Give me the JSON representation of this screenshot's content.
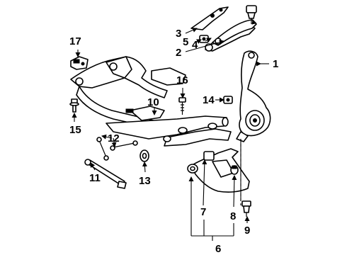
{
  "callouts": {
    "c1": "1",
    "c2": "2",
    "c3": "3",
    "c4": "4",
    "c5": "5",
    "c6": "6",
    "c7": "7",
    "c8": "8",
    "c9": "9",
    "c10": "10",
    "c11": "11",
    "c12": "12",
    "c13": "13",
    "c14": "14",
    "c15": "15",
    "c16": "16",
    "c17": "17"
  },
  "icons": [
    "arrow-head-icon"
  ],
  "colors": {
    "ink": "#000000",
    "background": "#ffffff"
  }
}
